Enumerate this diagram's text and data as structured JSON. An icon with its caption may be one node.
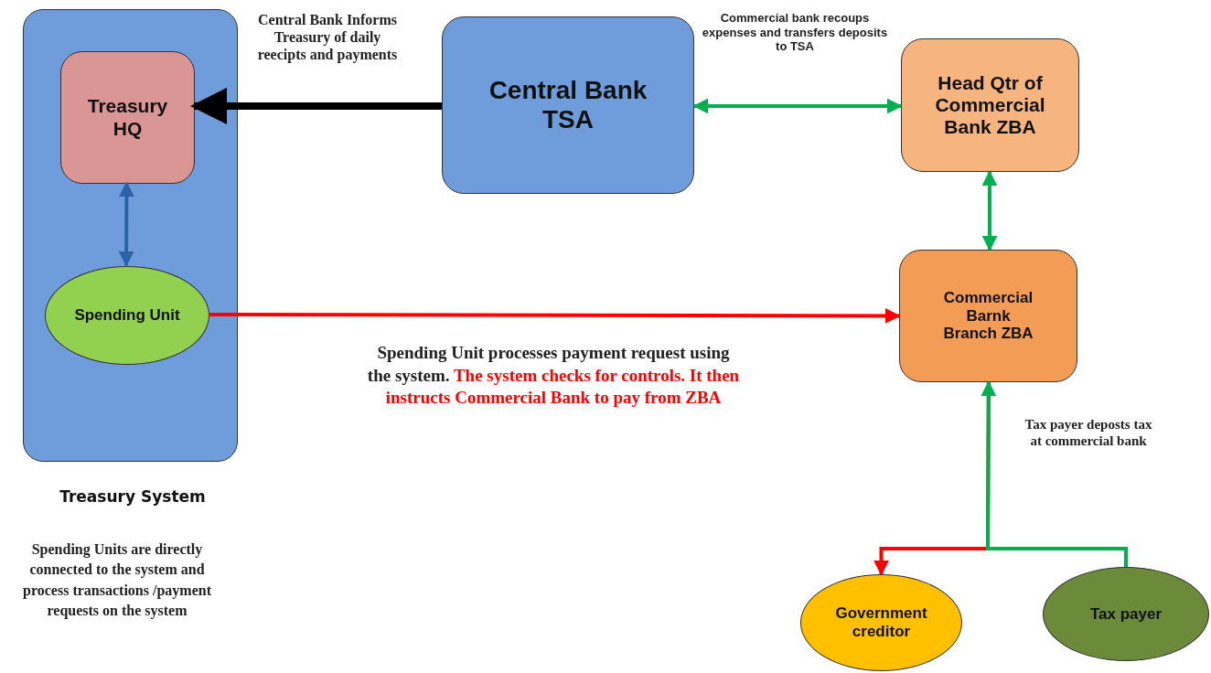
{
  "diagram": {
    "nodes": [
      {
        "text": [
          "Treasury System"
        ]
      },
      {
        "text": [
          "Treasury HQ"
        ],
        "in": 0
      },
      {
        "text": [
          "Spending Unit"
        ],
        "in": 0
      },
      {
        "text": [
          "Central Bank TSA"
        ]
      },
      {
        "text": [
          "Head Qtr of Commercial Bank ZBA"
        ]
      },
      {
        "text": [
          "Commercial Barnk Branch ZBA"
        ]
      },
      {
        "text": [
          "Government creditor"
        ]
      },
      {
        "text": [
          "Tax payer"
        ]
      }
    ],
    "edges": [
      {
        "from": 3,
        "to": 1,
        "arrow": "to",
        "label": "Central Bank Informs Treasury of daily reecipts and payments",
        "style": "thick",
        "color": "#000000"
      },
      {
        "from": 1,
        "to": 2,
        "arrow": "both",
        "color": "#2e62a8"
      },
      {
        "from": 3,
        "to": 4,
        "arrow": "both",
        "label": "Commercial bank recoups expenses and transfers deposits to TSA"
      },
      {
        "from": 4,
        "to": 5,
        "arrow": "both"
      },
      {
        "from": 2,
        "to": 5,
        "arrow": "to",
        "color": "#ff0000"
      },
      {
        "from": 5,
        "to": 6,
        "arrow": "to",
        "color": "#ff0000"
      },
      {
        "from": 7,
        "to": 5,
        "arrow": "to",
        "label": "Tax payer deposts tax at commercial bank"
      }
    ],
    "labels": [
      "Spending Unit processes payment request using the system.",
      "The system checks for controls. It then instructs Commercial Bank to pay from ZBA",
      "Spending Units are directly connected to the system and process transactions /payment requests on the system"
    ]
  }
}
